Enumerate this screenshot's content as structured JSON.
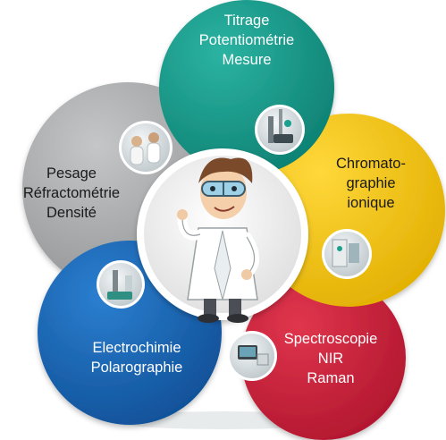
{
  "colors": {
    "teal": "#139585",
    "yellow": "#f2c200",
    "red": "#cc1f3a",
    "blue": "#1565b5",
    "gray": "#a7a9ab",
    "center": "#f1f1f1"
  },
  "petals": [
    {
      "id": "titrage",
      "color": "teal",
      "lines": [
        "Titrage",
        "Potentiométrie",
        "Mesure"
      ]
    },
    {
      "id": "chromato",
      "color": "yellow",
      "lines": [
        "Chromato-",
        "graphie",
        "ionique"
      ]
    },
    {
      "id": "spectro",
      "color": "red",
      "lines": [
        "Spectroscopie",
        "NIR",
        "Raman"
      ]
    },
    {
      "id": "electro",
      "color": "blue",
      "lines": [
        "Electrochimie",
        "Polarographie"
      ]
    },
    {
      "id": "pesage",
      "color": "gray",
      "lines": [
        "Pesage",
        "Réfractométrie",
        "Densité"
      ]
    }
  ],
  "icons": {
    "center": "scientist-mascot-icon",
    "titrage": "titrator-instrument-icon",
    "chromato": "chromatograph-instrument-icon",
    "spectro": "spectrometer-instrument-icon",
    "electro": "electrochemistry-instrument-icon",
    "pesage": "lab-scientists-photo-icon"
  }
}
